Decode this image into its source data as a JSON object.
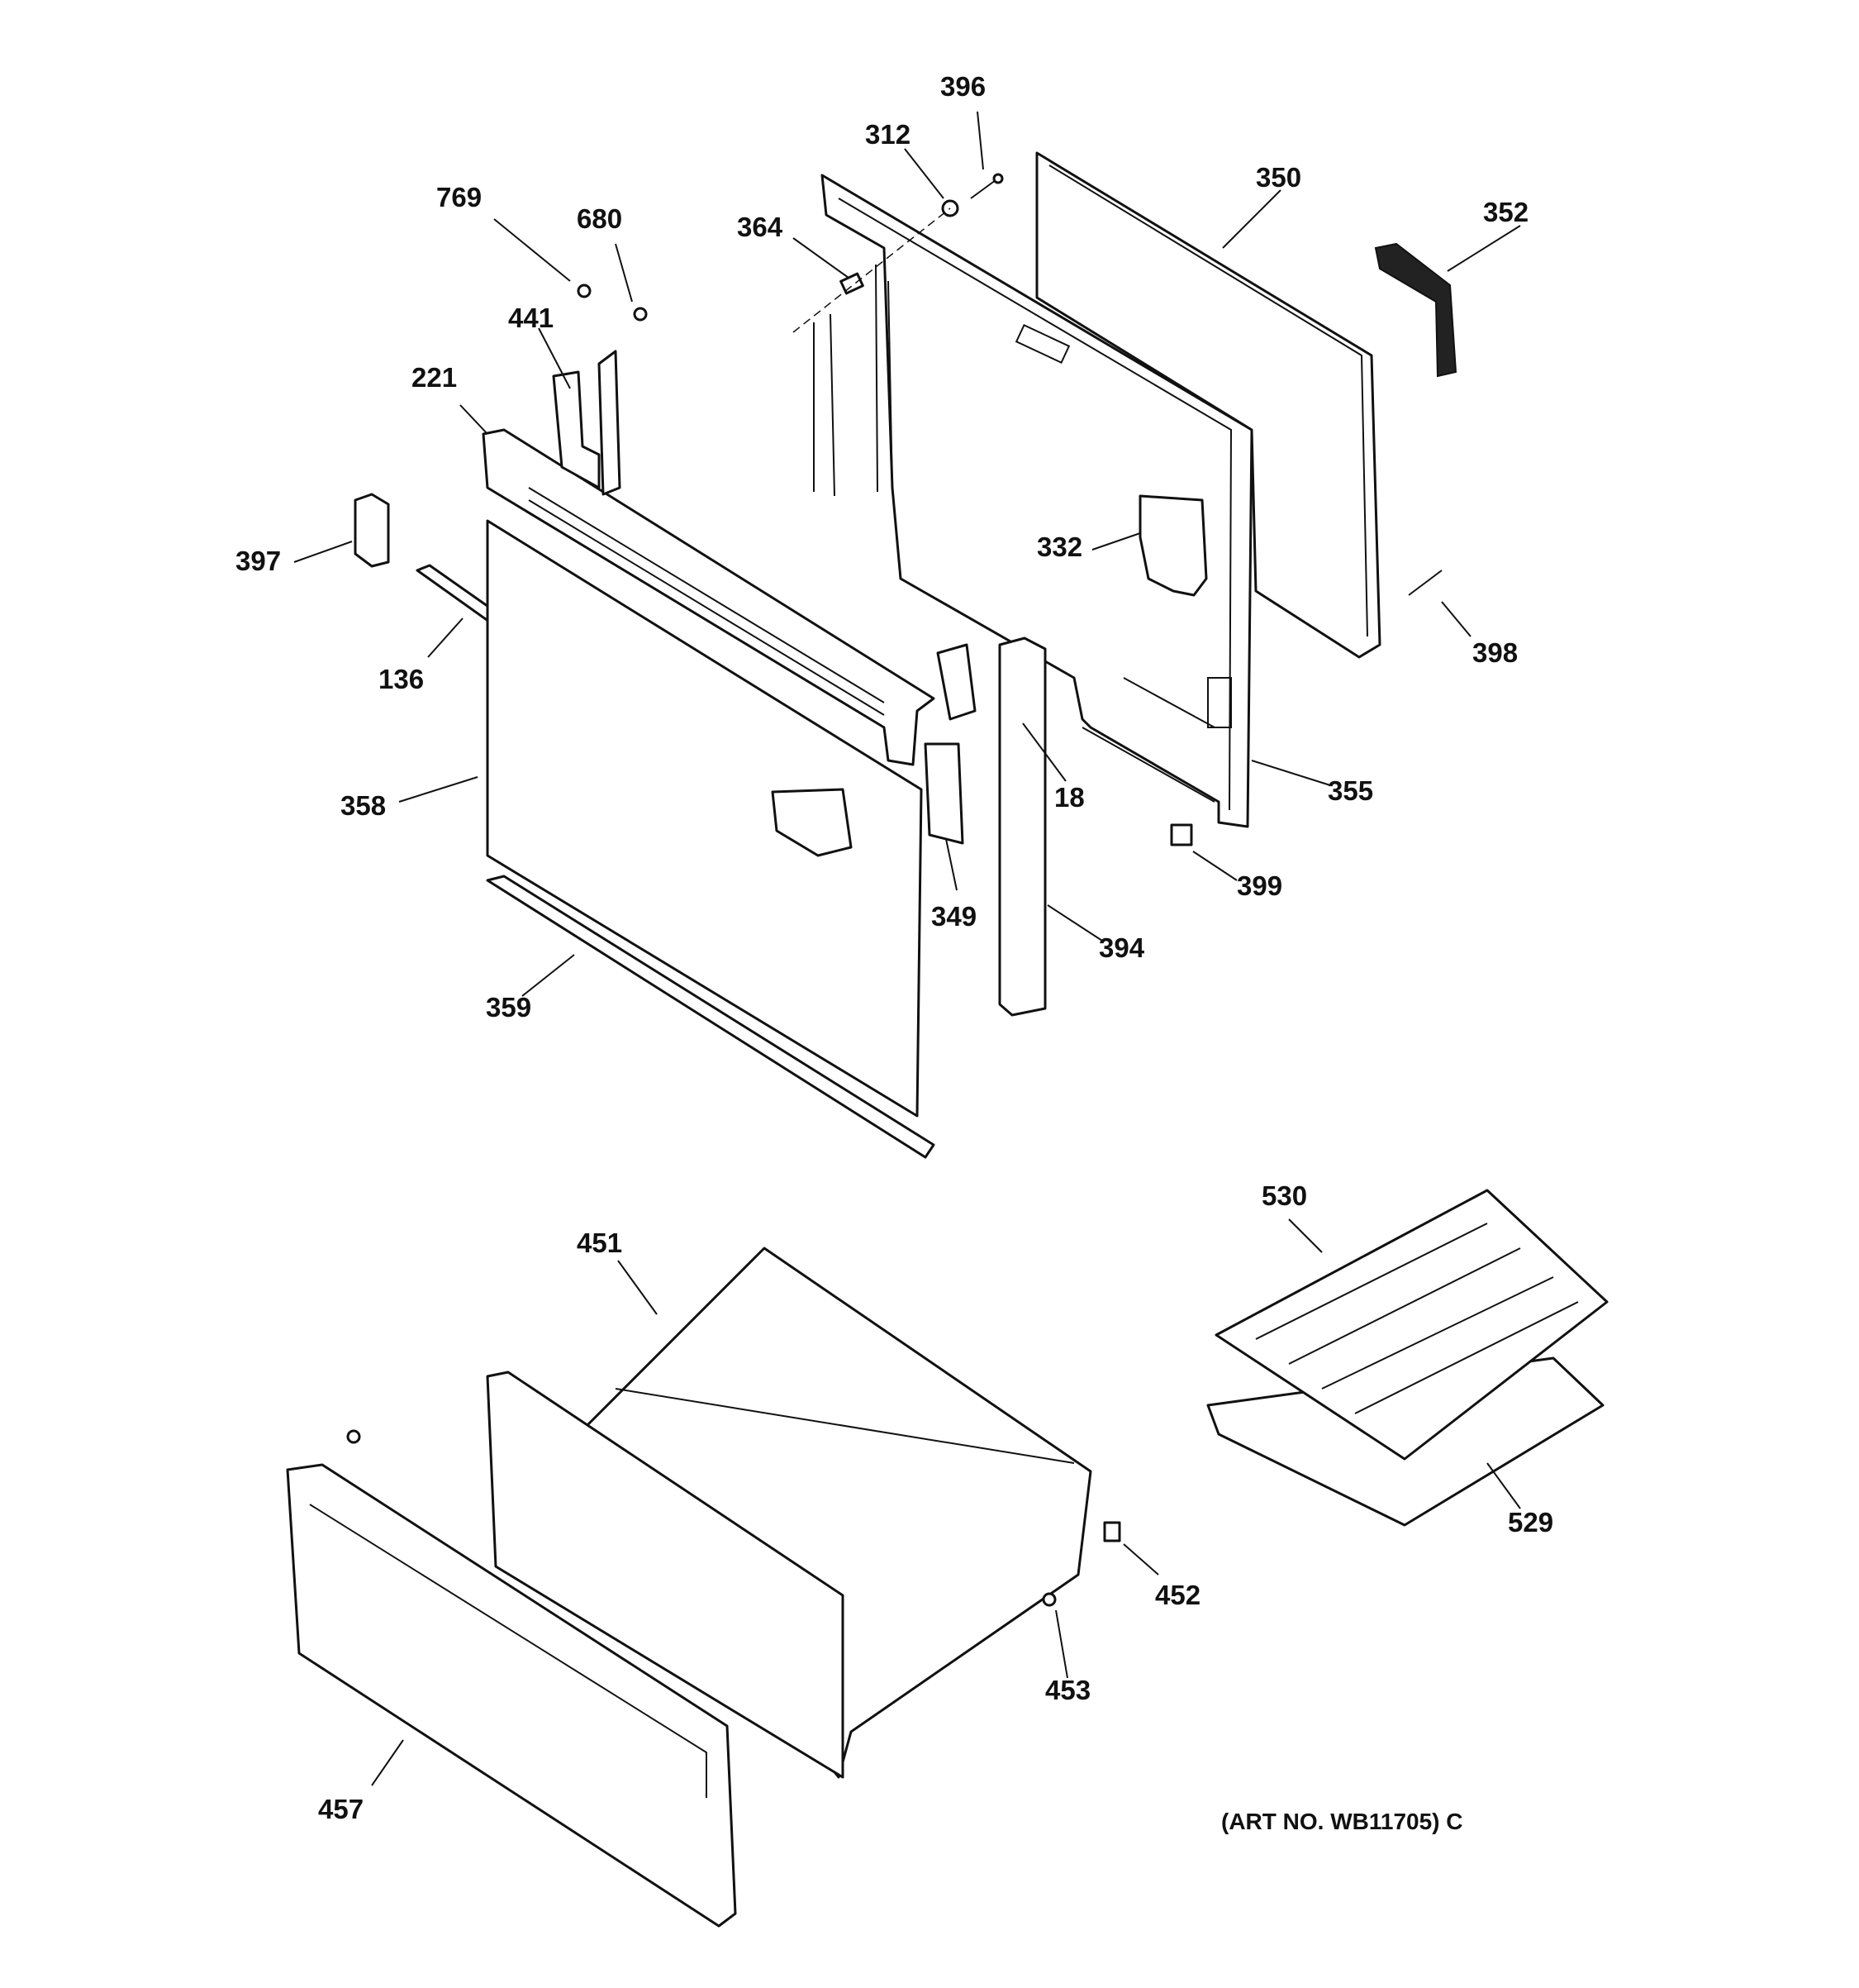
{
  "callouts": {
    "c396": "396",
    "c312": "312",
    "c350": "350",
    "c352": "352",
    "c769": "769",
    "c680": "680",
    "c364": "364",
    "c441": "441",
    "c221": "221",
    "c397": "397",
    "c332": "332",
    "c398": "398",
    "c136": "136",
    "c358": "358",
    "c18": "18",
    "c355": "355",
    "c399": "399",
    "c349": "349",
    "c394": "394",
    "c359": "359",
    "c530": "530",
    "c451": "451",
    "c529": "529",
    "c452": "452",
    "c453": "453",
    "c457": "457"
  },
  "art_number": "(ART NO. WB11705) C"
}
